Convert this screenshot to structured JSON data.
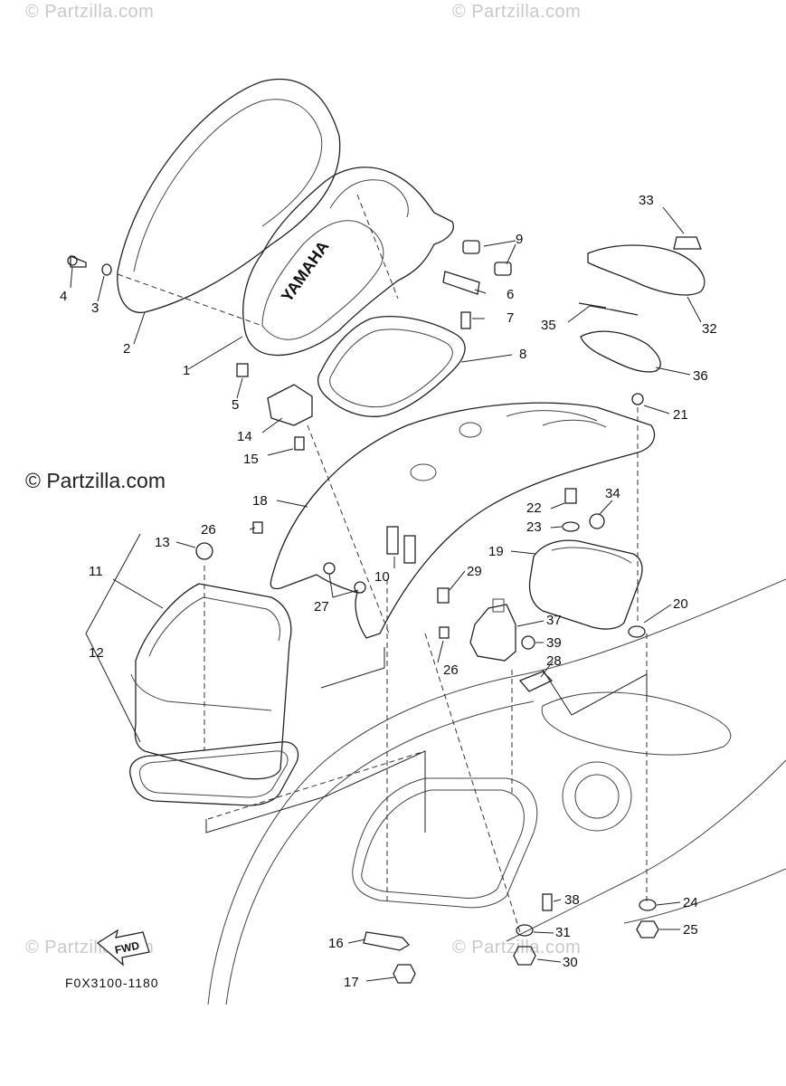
{
  "watermarks": {
    "top_left": "© Partzilla.com",
    "top_right": "© Partzilla.com",
    "middle": "© Partzilla.com",
    "bottom_left": "© Partzilla.com",
    "bottom_right": "© Partzilla.com"
  },
  "diagram_code": "F0X3100-1180",
  "fwd_label": "FWD",
  "brand_text": "YAMAHA",
  "callouts": [
    "1",
    "2",
    "3",
    "4",
    "5",
    "6",
    "7",
    "8",
    "9",
    "10",
    "11",
    "12",
    "13",
    "14",
    "15",
    "16",
    "17",
    "18",
    "19",
    "20",
    "21",
    "22",
    "23",
    "24",
    "25",
    "26",
    "26",
    "27",
    "28",
    "29",
    "30",
    "31",
    "32",
    "33",
    "34",
    "35",
    "36",
    "37",
    "38",
    "39"
  ]
}
